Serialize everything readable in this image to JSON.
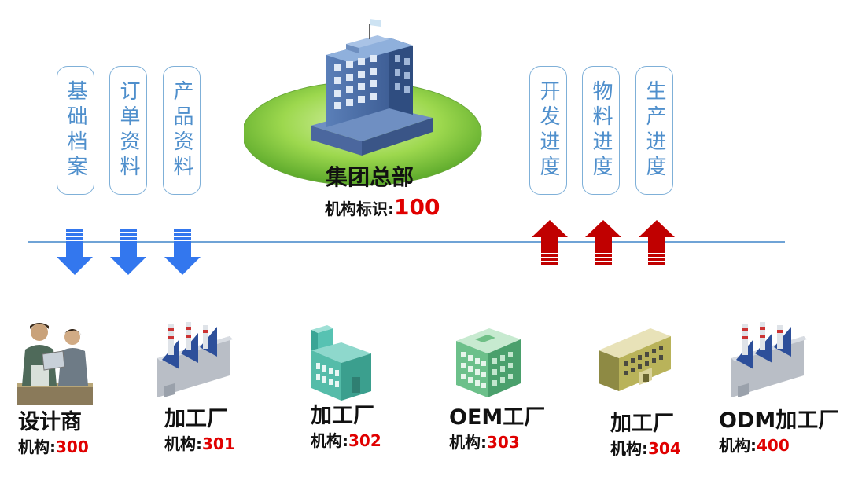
{
  "hq": {
    "title": "集团总部",
    "code_label": "机构标识:",
    "code_value": "100"
  },
  "down_items": [
    "基础档案",
    "订单资料",
    "产品资料"
  ],
  "up_items": [
    "开发进度",
    "物料进度",
    "生产进度"
  ],
  "nodes": [
    {
      "title": "设计商",
      "label": "机构:",
      "value": "300",
      "icon": "designers-people-icon"
    },
    {
      "title": "加工厂",
      "label": "机构:",
      "value": "301",
      "icon": "factory-icon"
    },
    {
      "title": "加工厂",
      "label": "机构:",
      "value": "302",
      "icon": "teal-building-icon"
    },
    {
      "title": "OEM工厂",
      "label": "机构:",
      "value": "303",
      "icon": "green-office-building-icon"
    },
    {
      "title": "加工厂",
      "label": "机构:",
      "value": "304",
      "icon": "olive-building-icon"
    },
    {
      "title": "ODM加工厂",
      "label": "机构:",
      "value": "400",
      "icon": "factory-icon"
    }
  ],
  "colors": {
    "down_arrow": "#3377ee",
    "up_arrow": "#c00000",
    "line": "#6fa3d6",
    "box_text": "#4f8fcc",
    "code_value": "#e00000"
  }
}
